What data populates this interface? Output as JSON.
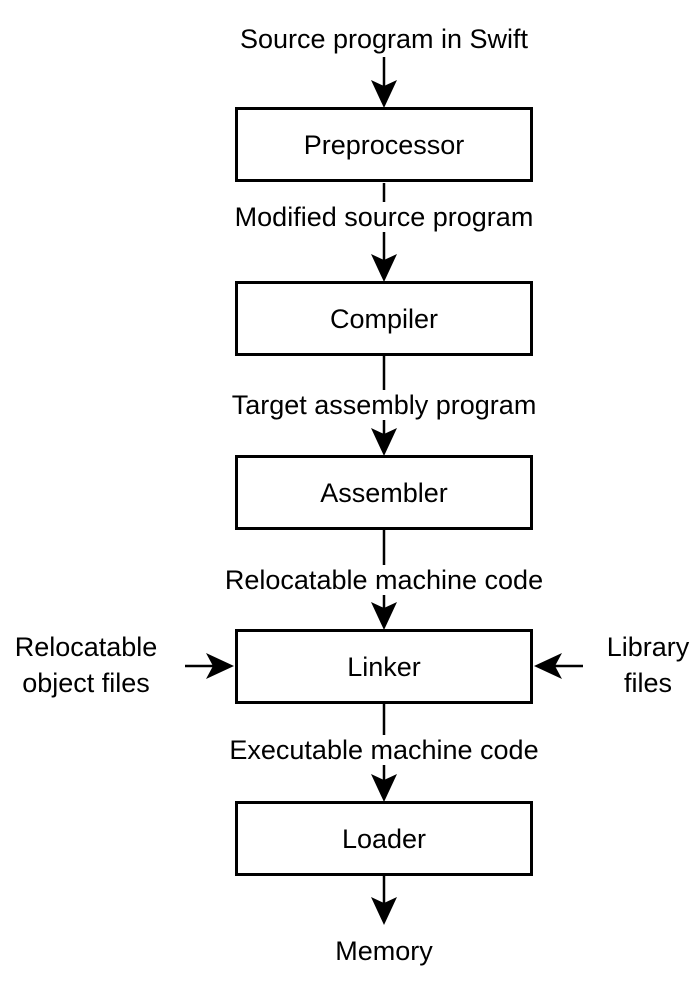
{
  "diagram": {
    "source_label": "Source program in Swift",
    "boxes": [
      "Preprocessor",
      "Compiler",
      "Assembler",
      "Linker",
      "Loader"
    ],
    "edge_labels": [
      "Modified source program",
      "Target assembly program",
      "Relocatable machine code",
      "Executable machine code"
    ],
    "final_label": "Memory",
    "linker_inputs": {
      "left": {
        "line1": "Relocatable",
        "line2": "object files"
      },
      "right": {
        "line1": "Library",
        "line2": "files"
      }
    },
    "colors": {
      "ink": "#000000",
      "paper": "#ffffff"
    }
  }
}
